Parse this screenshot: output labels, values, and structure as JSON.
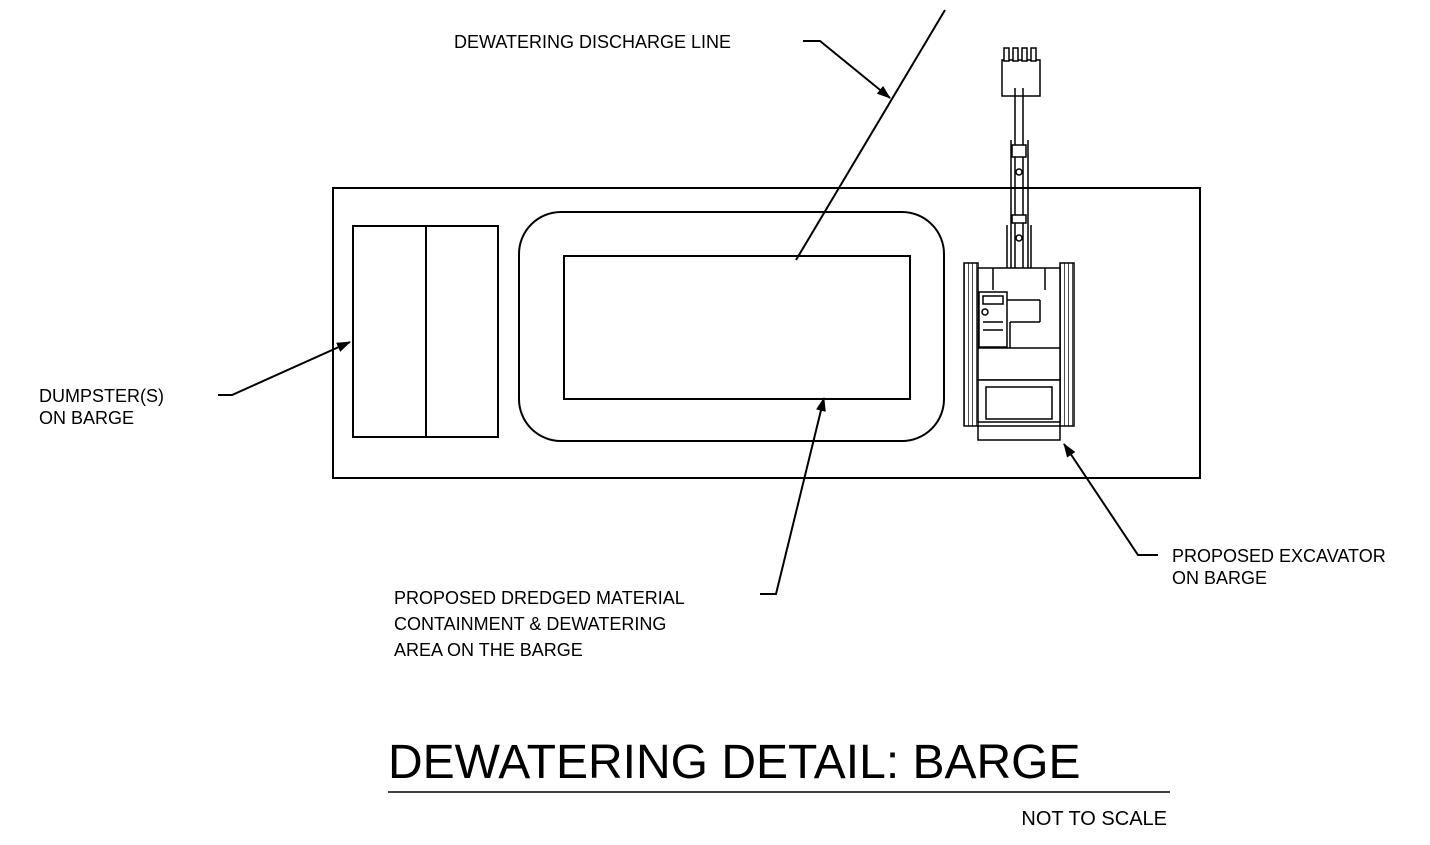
{
  "labels": {
    "discharge_line": "DEWATERING DISCHARGE LINE",
    "dumpster": [
      "DUMPSTER(S)",
      "ON BARGE"
    ],
    "excavator": [
      "PROPOSED EXCAVATOR",
      "ON BARGE"
    ],
    "containment": [
      "PROPOSED DREDGED MATERIAL",
      "CONTAINMENT & DEWATERING",
      "AREA ON THE BARGE"
    ]
  },
  "title": "DEWATERING DETAIL: BARGE",
  "scale_note": "NOT TO SCALE",
  "colors": {
    "line": "#000000",
    "background": "#ffffff"
  }
}
